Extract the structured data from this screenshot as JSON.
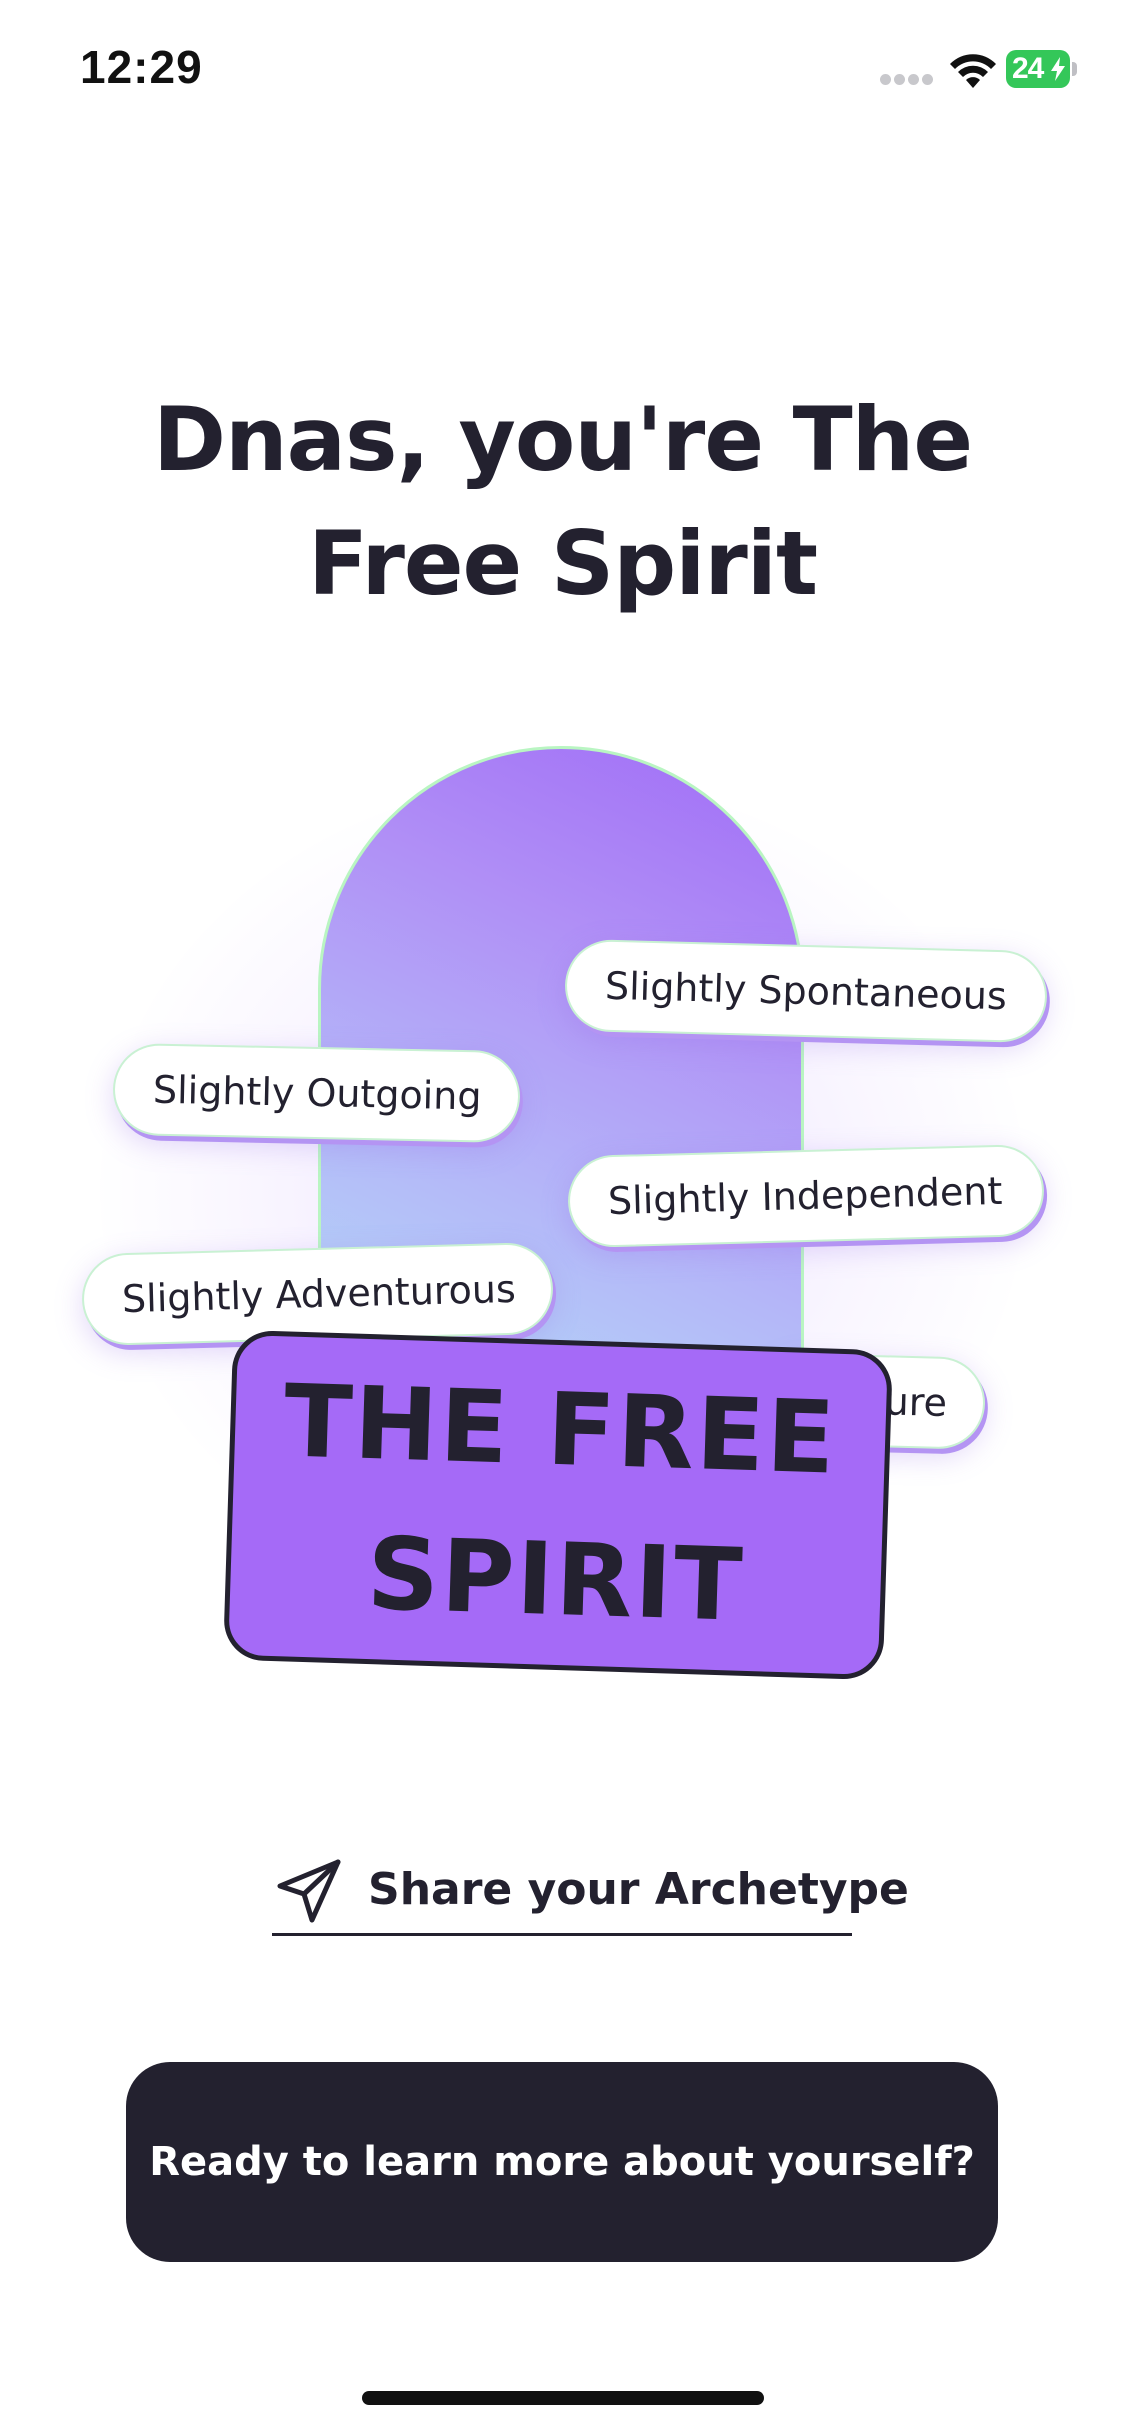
{
  "status_bar": {
    "time": "12:29",
    "battery_level": "24",
    "battery_charging": true,
    "battery_color": "#34c759"
  },
  "header": {
    "title_line1": "Dnas, you're The",
    "title_line2": "Free Spirit"
  },
  "illustration": {
    "traits": [
      {
        "label": "Slightly Spontaneous"
      },
      {
        "label": "Slightly Outgoing"
      },
      {
        "label": "Slightly Independent"
      },
      {
        "label": "Slightly Adventurous"
      },
      {
        "label": "ure"
      }
    ],
    "archetype_line1": "THE FREE",
    "archetype_line2": "SPIRIT",
    "card_color": "#a56af7"
  },
  "share": {
    "label": "Share your Archetype",
    "icon": "paper-plane-icon"
  },
  "cta": {
    "label": "Ready to learn more about yourself?",
    "color": "#23212f"
  }
}
